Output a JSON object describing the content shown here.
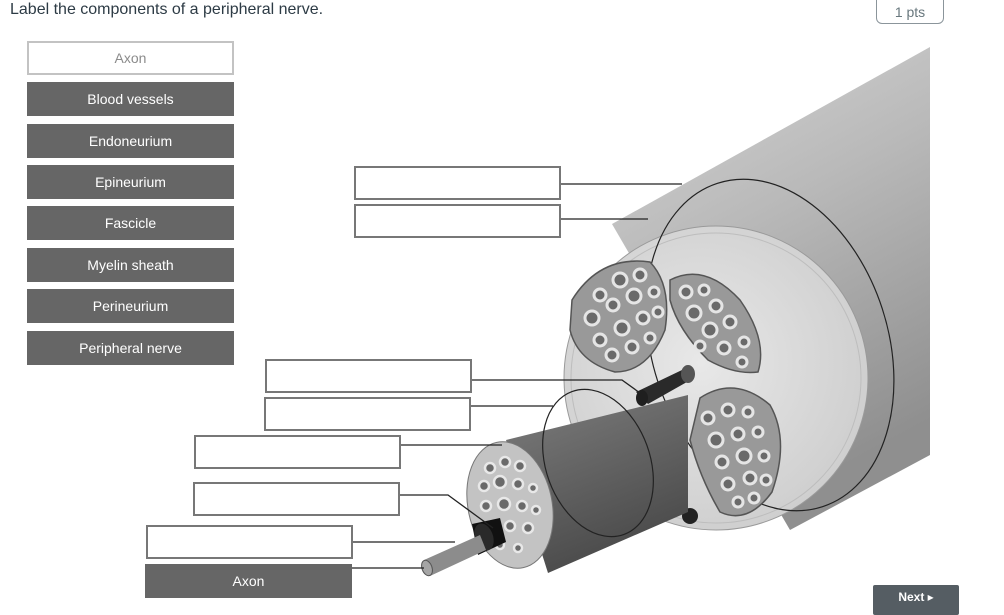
{
  "question": {
    "text": "Label the components of a peripheral nerve.",
    "points": "1 pts"
  },
  "word_bank": [
    {
      "label": "Axon",
      "state": "used"
    },
    {
      "label": "Blood vessels",
      "state": "available"
    },
    {
      "label": "Endoneurium",
      "state": "available"
    },
    {
      "label": "Epineurium",
      "state": "available"
    },
    {
      "label": "Fascicle",
      "state": "available"
    },
    {
      "label": "Myelin sheath",
      "state": "available"
    },
    {
      "label": "Perineurium",
      "state": "available"
    },
    {
      "label": "Peripheral nerve",
      "state": "available"
    }
  ],
  "drop_targets": [
    {
      "value": ""
    },
    {
      "value": ""
    },
    {
      "value": ""
    },
    {
      "value": ""
    },
    {
      "value": ""
    },
    {
      "value": ""
    },
    {
      "value": ""
    },
    {
      "value": "Axon"
    }
  ],
  "footer": {
    "next_label": "Next ▸"
  }
}
